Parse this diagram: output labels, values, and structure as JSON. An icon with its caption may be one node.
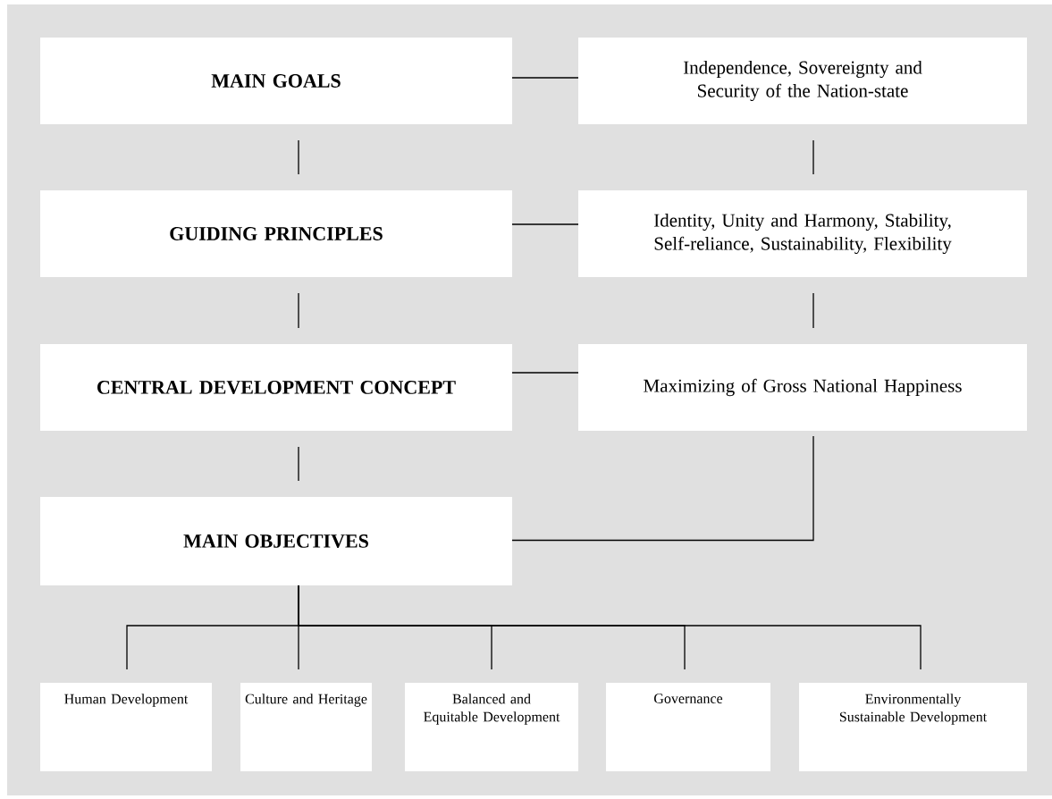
{
  "diagram": {
    "nodes": [
      {
        "text": [
          "MAIN GOALS"
        ]
      },
      {
        "text": [
          "Independence, Sovereignty and Security of the Nation-state"
        ]
      },
      {
        "text": [
          "GUIDING PRINCIPLES"
        ]
      },
      {
        "text": [
          "Identity, Unity and Harmony, Stability, Self-reliance, Sustainability, Flexibility"
        ]
      },
      {
        "text": [
          "CENTRAL DEVELOPMENT CONCEPT"
        ]
      },
      {
        "text": [
          "Maximizing of Gross National Happiness"
        ]
      },
      {
        "text": [
          "MAIN OBJECTIVES"
        ]
      },
      {
        "text": [
          "Human Development"
        ]
      },
      {
        "text": [
          "Culture and Heritage"
        ]
      },
      {
        "text": [
          "Balanced and Equitable Development"
        ]
      },
      {
        "text": [
          "Governance"
        ]
      },
      {
        "text": [
          "Environmentally Sustainable Development"
        ]
      }
    ],
    "edges": [
      {
        "from": 0,
        "to": 1,
        "arrow": "none"
      },
      {
        "from": 0,
        "to": 2,
        "arrow": "none"
      },
      {
        "from": 1,
        "to": 3,
        "arrow": "none"
      },
      {
        "from": 2,
        "to": 3,
        "arrow": "none"
      },
      {
        "from": 2,
        "to": 4,
        "arrow": "none"
      },
      {
        "from": 3,
        "to": 5,
        "arrow": "none"
      },
      {
        "from": 4,
        "to": 5,
        "arrow": "none"
      },
      {
        "from": 4,
        "to": 6,
        "arrow": "none"
      },
      {
        "from": 5,
        "to": 6,
        "arrow": "none"
      },
      {
        "from": 6,
        "to": 7,
        "arrow": "none"
      },
      {
        "from": 6,
        "to": 8,
        "arrow": "none"
      },
      {
        "from": 6,
        "to": 9,
        "arrow": "none"
      },
      {
        "from": 6,
        "to": 10,
        "arrow": "none"
      },
      {
        "from": 6,
        "to": 11,
        "arrow": "none"
      }
    ]
  }
}
